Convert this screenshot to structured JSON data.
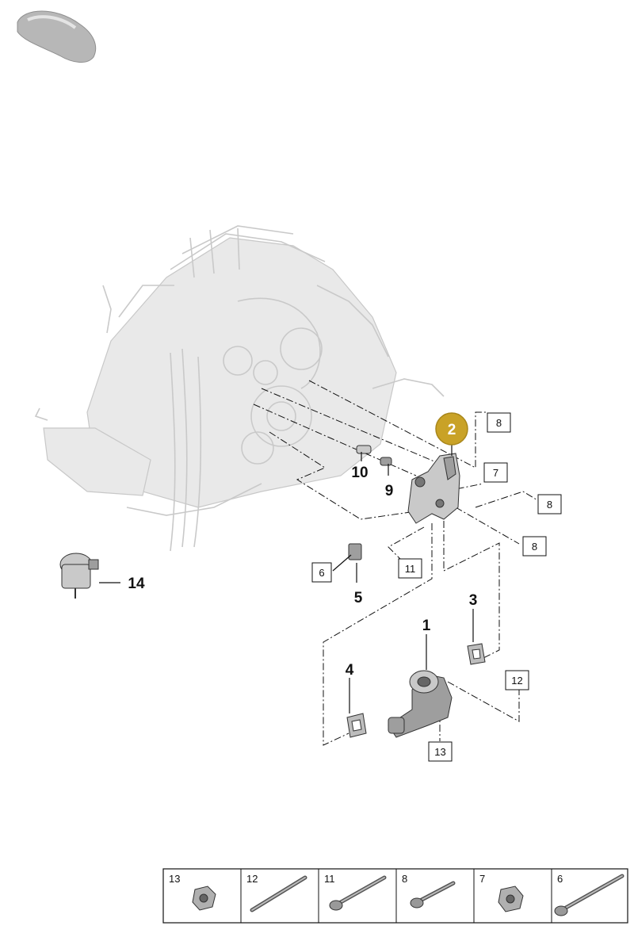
{
  "highlight_callout": {
    "label": "2",
    "color": "#c9a227"
  },
  "callouts": {
    "c1": "1",
    "c3": "3",
    "c4": "4",
    "c5": "5",
    "c9": "9",
    "c10": "10",
    "c14": "14"
  },
  "boxed_callouts": {
    "b8a": "8",
    "b7": "7",
    "b8b": "8",
    "b8c": "8",
    "b6": "6",
    "b11": "11",
    "b12": "12",
    "b13": "13"
  },
  "legend": [
    {
      "number": "13",
      "icon": "hex-nut-icon"
    },
    {
      "number": "12",
      "icon": "long-stud-bolt-icon"
    },
    {
      "number": "11",
      "icon": "flange-bolt-icon"
    },
    {
      "number": "8",
      "icon": "short-flange-bolt-icon"
    },
    {
      "number": "7",
      "icon": "collar-nut-icon"
    },
    {
      "number": "6",
      "icon": "long-flange-bolt-icon"
    }
  ]
}
